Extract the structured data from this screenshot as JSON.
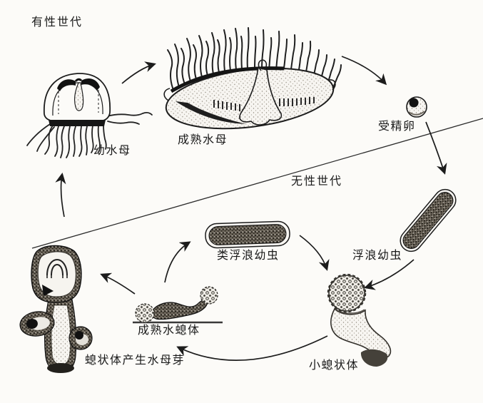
{
  "diagram": {
    "generations": {
      "sexual": "有性世代",
      "asexual": "无性世代"
    },
    "stages": {
      "young_medusa": "幼水母",
      "mature_medusa": "成熟水母",
      "fertilized_egg": "受精卵",
      "planula_larva": "浮浪幼虫",
      "planuloid_larva": "类浮浪幼虫",
      "small_polyp": "小螅状体",
      "mature_hydranth": "成熟水螅体",
      "polyp_budding_medusa": "螅状体产生水母芽"
    },
    "flow": [
      {
        "from": "幼水母",
        "to": "成熟水母"
      },
      {
        "from": "成熟水母",
        "to": "受精卵"
      },
      {
        "from": "受精卵",
        "to": "浮浪幼虫"
      },
      {
        "from": "浮浪幼虫",
        "to": "小螅状体"
      },
      {
        "from": "小螅状体",
        "to": "成熟水螅体"
      },
      {
        "from": "成熟水螅体",
        "to": "类浮浪幼虫"
      },
      {
        "from": "类浮浪幼虫",
        "to": "小螅状体"
      },
      {
        "from": "成熟水螅体",
        "to": "螅状体产生水母芽"
      },
      {
        "from": "螅状体产生水母芽",
        "to": "幼水母"
      }
    ],
    "colors": {
      "ink": "#1c1c1c",
      "paper": "#fcfbf8"
    }
  }
}
